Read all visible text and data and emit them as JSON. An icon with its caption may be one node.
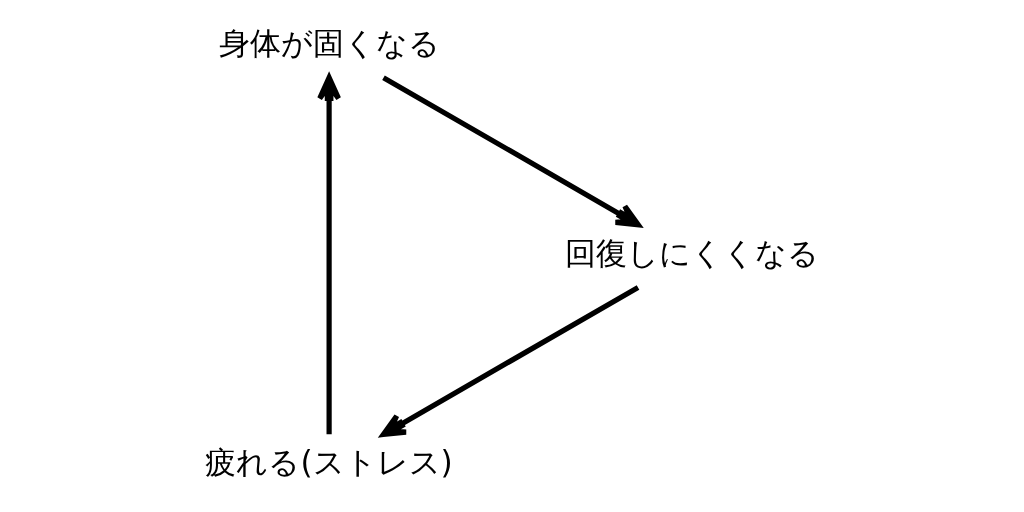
{
  "diagram": {
    "nodes": [
      {
        "text": [
          "疲れる(ストレス)"
        ]
      },
      {
        "text": [
          "身体が固くなる"
        ]
      },
      {
        "text": [
          "回復しにくくなる"
        ]
      }
    ],
    "edges": [
      {
        "from": 0,
        "to": 1,
        "arrow": "to"
      },
      {
        "from": 1,
        "to": 2,
        "arrow": "to"
      },
      {
        "from": 2,
        "to": 0,
        "arrow": "to"
      }
    ]
  }
}
